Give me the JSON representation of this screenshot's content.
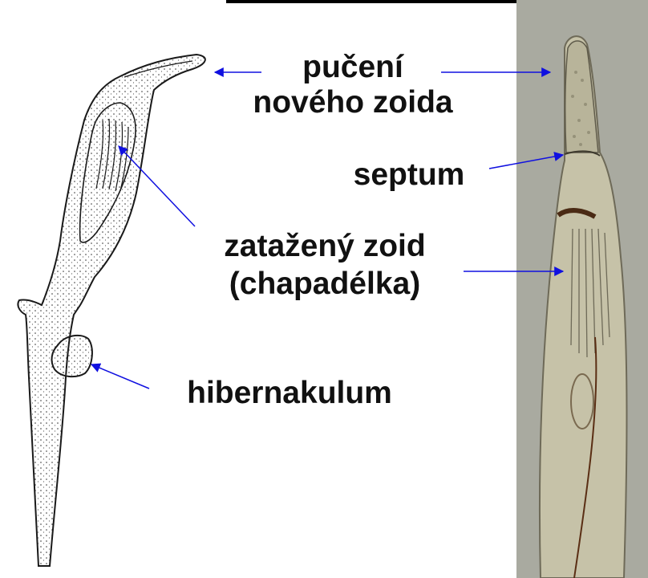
{
  "labels": {
    "budding_line1": "pučení",
    "budding_line2": "nového zoida",
    "septum": "septum",
    "retracted_line1": "zatažený zoid",
    "retracted_line2": "(chapadélka)",
    "hibernaculum": "hibernakulum"
  },
  "colors": {
    "arrow": "#1010e0",
    "text": "#111111",
    "photo_bg": "#a9aaa0",
    "drawing_ink": "#1a1a1a"
  }
}
